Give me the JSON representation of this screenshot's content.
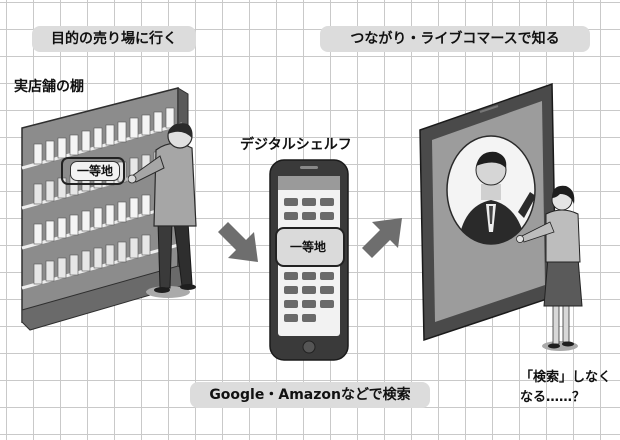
{
  "captions": {
    "shop_visit": "目的の売り場に行く",
    "live_commerce": "つながり・ライブコマースで知る",
    "store_shelf": "実店舗の棚",
    "digital_shelf": "デジタルシェルフ",
    "prime_spot_store": "一等地",
    "prime_spot_digital": "一等地",
    "search": "Google・Amazonなどで検索",
    "no_search_line1": "「検索」しなく",
    "no_search_line2": "なる……？"
  },
  "colors": {
    "pill_bg": "#dcdcdc",
    "arrow": "#6e6e6e",
    "dark": "#333333"
  },
  "icons": [
    "store-shelf-icon",
    "shopper-man-icon",
    "smartphone-icon",
    "tablet-icon",
    "livestreamer-icon",
    "woman-viewer-icon",
    "arrow-right-down-icon",
    "arrow-right-up-icon"
  ]
}
